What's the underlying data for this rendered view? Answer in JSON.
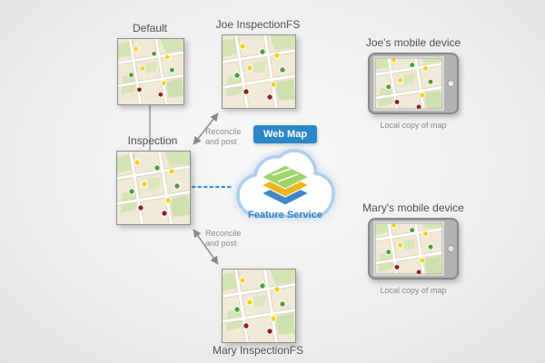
{
  "diagram": {
    "versions": {
      "default": {
        "label": "Default"
      },
      "joe": {
        "label": "Joe InspectionFS"
      },
      "inspection": {
        "label": "Inspection"
      },
      "mary": {
        "label": "Mary InspectionFS"
      }
    },
    "cloud": {
      "web_map_label": "Web Map",
      "feature_service_label": "Feature Service"
    },
    "devices": {
      "joe": {
        "label": "Joe's mobile device",
        "caption": "Local copy of map"
      },
      "mary": {
        "label": "Mary's mobile device",
        "caption": "Local copy of map"
      }
    },
    "edges": {
      "reconcile_top": "Reconcile and post",
      "reconcile_bottom": "Reconcile and post"
    },
    "colors": {
      "accent_blue": "#2e86c4",
      "label_gray": "#4f4f4f",
      "marker_yellow": "#f2d31b",
      "marker_green": "#4d9e3a",
      "marker_red": "#8f2020"
    }
  }
}
